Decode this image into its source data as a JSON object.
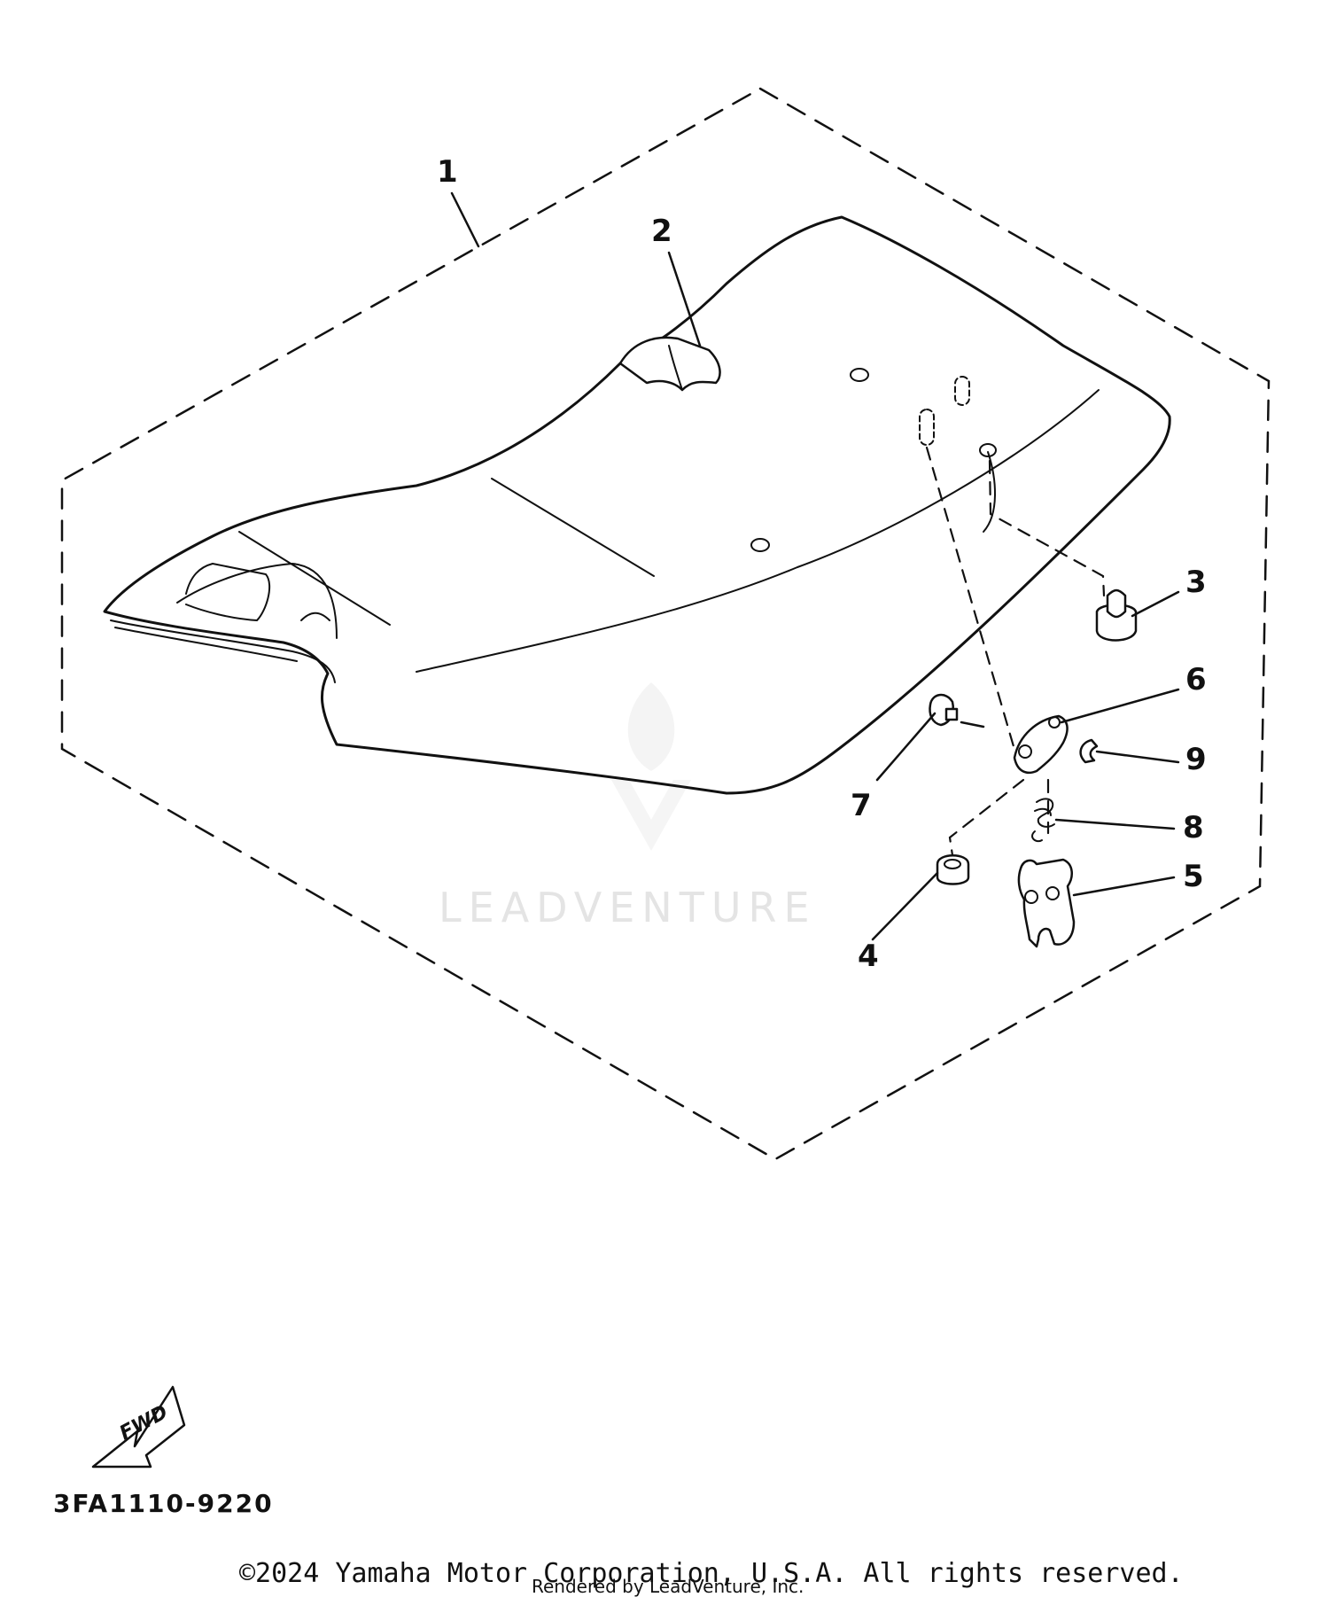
{
  "diagram": {
    "callouts": [
      "1",
      "2",
      "3",
      "4",
      "5",
      "6",
      "7",
      "8",
      "9"
    ],
    "diagram_code": "3FA1110-9220",
    "direction_arrow": {
      "label": "FWD",
      "icon": "fwd-arrow-icon"
    },
    "watermark": {
      "label": "LEADVENTURE",
      "icon": "leadventure-logo-icon"
    },
    "copyright": "©2024 Yamaha Motor Corporation, U.S.A. All rights reserved.",
    "rendered_by": "Rendered by LeadVenture, Inc."
  }
}
